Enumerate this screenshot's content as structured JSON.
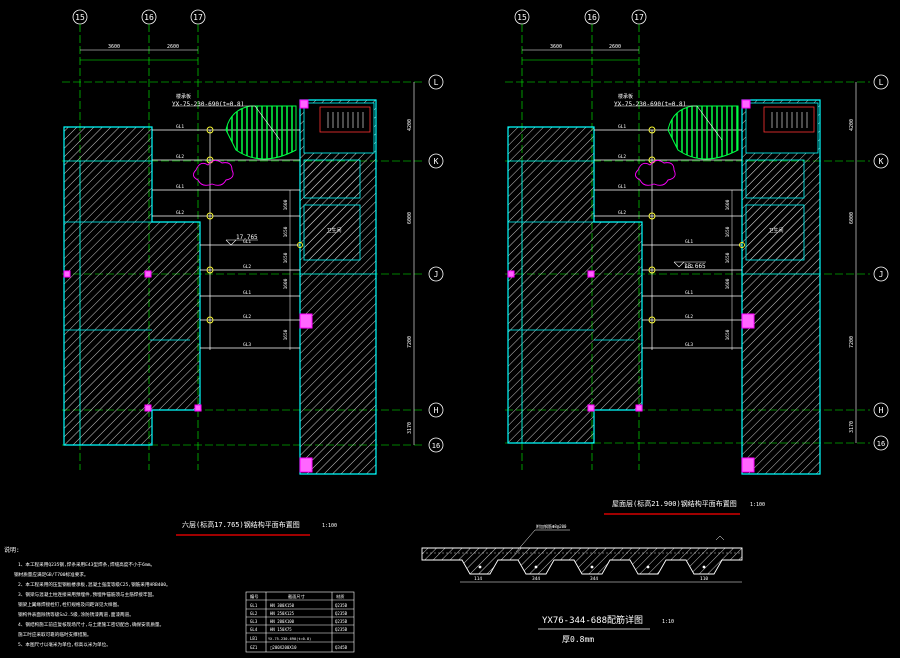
{
  "grid_columns": [
    "15",
    "16",
    "17"
  ],
  "grid_rows": [
    "L",
    "K",
    "J",
    "H",
    "16"
  ],
  "dims_top": [
    "3600",
    "2600"
  ],
  "dims_right": [
    "4200",
    "6000",
    "7200",
    "3170"
  ],
  "dims_stair": [
    "1600",
    "1650",
    "1650",
    "1600",
    "1650"
  ],
  "left_plan": {
    "title": "六层(标高17.765)钢结构平面布置图",
    "scale": "1:100",
    "deck_label": "楼承板",
    "deck_spec": "YX-75-230-690(t=0.8)",
    "elevation": "17.765",
    "room_label": "卫生间"
  },
  "right_plan": {
    "title": "屋面层(标高21.900)钢结构平面布置图",
    "scale": "1:100",
    "deck_label": "楼承板",
    "deck_spec": "YX-75-230-690(t=0.8)",
    "elevation": "13.665",
    "room_label": "卫生间"
  },
  "beam_labels": [
    "GL1",
    "GL2",
    "GL1",
    "GL2",
    "GL1",
    "GL2",
    "GL1",
    "GL2",
    "GL3"
  ],
  "notes": {
    "title": "说明:",
    "lines": [
      "1、本工程采用Q235钢,焊条采用E43型焊条,焊缝高度不小于6mm。",
      "   钢材质量应满足GB/T700标准要求。",
      "2、本工程采用的压型钢板楼承板,混凝土强度等级C25,钢筋采用HRB400。",
      "3、钢梁与混凝土柱连接采用预埋件,预埋件锚筋须与主筋焊接牢固。",
      "   钢梁上翼缘焊接栓钉,栓钉规格及间距详见大样图。",
      "   钢构件表面除锈等级Sa2.5级,涂防锈漆两道,面漆两道。",
      "4、钢结构施工前应复核现场尺寸,与土建施工密切配合,确保安装质量。",
      "   施工时应采取可靠的临时支撑措施。",
      "5、本图尺寸以毫米为单位,标高以米为单位。"
    ]
  },
  "member_table": {
    "header": [
      "编号",
      "截面尺寸",
      "材质"
    ],
    "rows": [
      [
        "GL1",
        "HN 300X150",
        "Q235B"
      ],
      [
        "GL2",
        "HN 250X125",
        "Q235B"
      ],
      [
        "GL3",
        "HN 200X100",
        "Q235B"
      ],
      [
        "GL4",
        "HN 150X75",
        "Q235B"
      ],
      [
        "LB1",
        "YX-75-230-690(t=0.8)",
        ""
      ],
      [
        "GZ1",
        "□200X200X10",
        "Q345B"
      ]
    ]
  },
  "deck_detail": {
    "title": "YX76-344-688配筋详图",
    "scale": "1:10",
    "thickness": "厚0.8mm",
    "callout": "附加钢筋Φ8@200",
    "dims": [
      "114",
      "344",
      "344",
      "110"
    ]
  },
  "colors": {
    "background": "#000000",
    "grid_line": "#00ff00",
    "wall_outline": "#00ffff",
    "hatch": "#d0d0d0",
    "dimension": "#ffffff",
    "deck_hatch": "#00ff00",
    "cloud": "#ff00ff",
    "title_underline": "#ff0000",
    "column": "#ff00ff",
    "text": "#ffffff"
  }
}
